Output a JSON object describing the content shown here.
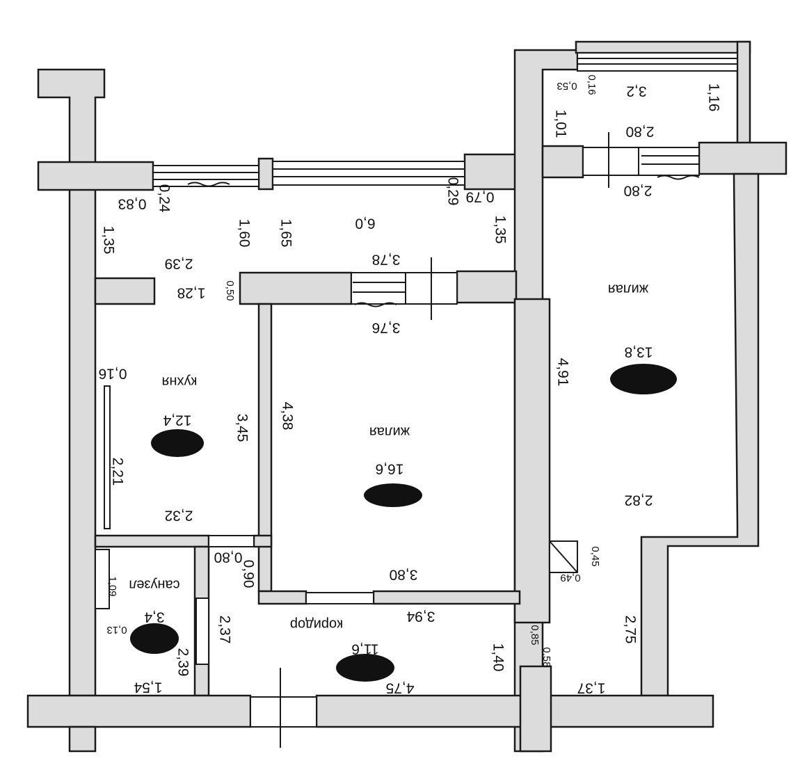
{
  "rooms": {
    "kitchen": {
      "name": "кухня",
      "area": "12,4"
    },
    "living1": {
      "name": "жилая",
      "area": "16,6"
    },
    "living2": {
      "name": "жилая",
      "area": "13,8"
    },
    "bathroom": {
      "name": "санузел",
      "area": "3,4"
    },
    "corridor": {
      "name": "коридор",
      "area": "11,6"
    },
    "balcony_big": {
      "area": "6,0"
    },
    "balcony_small": {
      "area": "3,2"
    }
  },
  "dims": {
    "d0_83": "0,83",
    "d0_24": "0,24",
    "d1_35a": "1,35",
    "d1_60": "1,60",
    "d2_39a": "2,39",
    "d1_28": "1,28",
    "d0_50": "0,50",
    "d0_16a": "0,16",
    "d3_45": "3,45",
    "d2_21": "2,21",
    "d2_32": "2,32",
    "d1_65": "1,65",
    "d0_29": "0,29",
    "d0_79": "0,79",
    "d1_35b": "1,35",
    "d3_78": "3,78",
    "d3_76": "3,76",
    "d4_38": "4,38",
    "d3_80": "3,80",
    "d0_53": "0,53",
    "d0_16b": "0,16",
    "d1_16": "1,16",
    "d1_01": "1,01",
    "d2_80a": "2,80",
    "d2_80b": "2,80",
    "d4_91": "4,91",
    "d2_82": "2,82",
    "d0_45": "0,45",
    "d0_49": "0,49",
    "d2_75": "2,75",
    "d0_80": "0,80",
    "d0_90": "0,90",
    "d1_09": "1,09",
    "d0_13": "0,13",
    "d2_39b": "2,39",
    "d1_54": "1,54",
    "d2_37": "2,37",
    "d3_94": "3,94",
    "d1_40": "1,40",
    "d0_85": "0,85",
    "d0_58": "0,58",
    "d4_75": "4,75",
    "d1_37": "1,37"
  }
}
